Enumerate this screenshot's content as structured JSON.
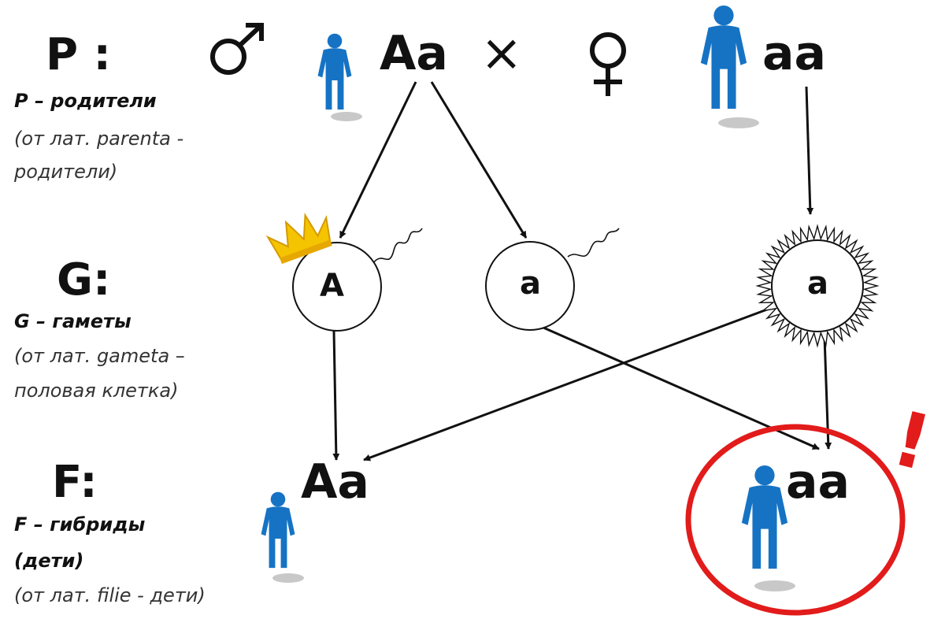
{
  "rows": {
    "p": {
      "label": "P :",
      "title": "P – родители",
      "desc_line1": "(от лат. parenta -",
      "desc_line2": "родители)"
    },
    "g": {
      "label": "G:",
      "title": "G – гаметы",
      "desc_line1": "(от лат. gameta –",
      "desc_line2": "половая клетка)"
    },
    "f": {
      "label": "F:",
      "title_line1": "F – гибриды",
      "title_line2": "(дети)",
      "desc_line1": "(от лат. filie - дети)"
    }
  },
  "parents": {
    "male_symbol": "♂",
    "female_symbol": "♀",
    "cross_symbol": "×",
    "father_genotype": "Aa",
    "mother_genotype": "aa"
  },
  "gametes": {
    "father_dominant": "A",
    "father_recessive": "a",
    "mother_egg": "a"
  },
  "offspring": {
    "child1_genotype": "Aa",
    "child2_genotype": "aa",
    "highlight_mark": "!"
  },
  "colors": {
    "person_blue": "#1673c4",
    "highlight_red": "#e21b1b",
    "crown_gold": "#f5c400",
    "text_dark": "#111111"
  },
  "icons": [
    "male-symbol-icon",
    "female-symbol-icon",
    "person-icon",
    "crown-icon",
    "sperm-tail-icon",
    "egg-spikes-icon"
  ]
}
